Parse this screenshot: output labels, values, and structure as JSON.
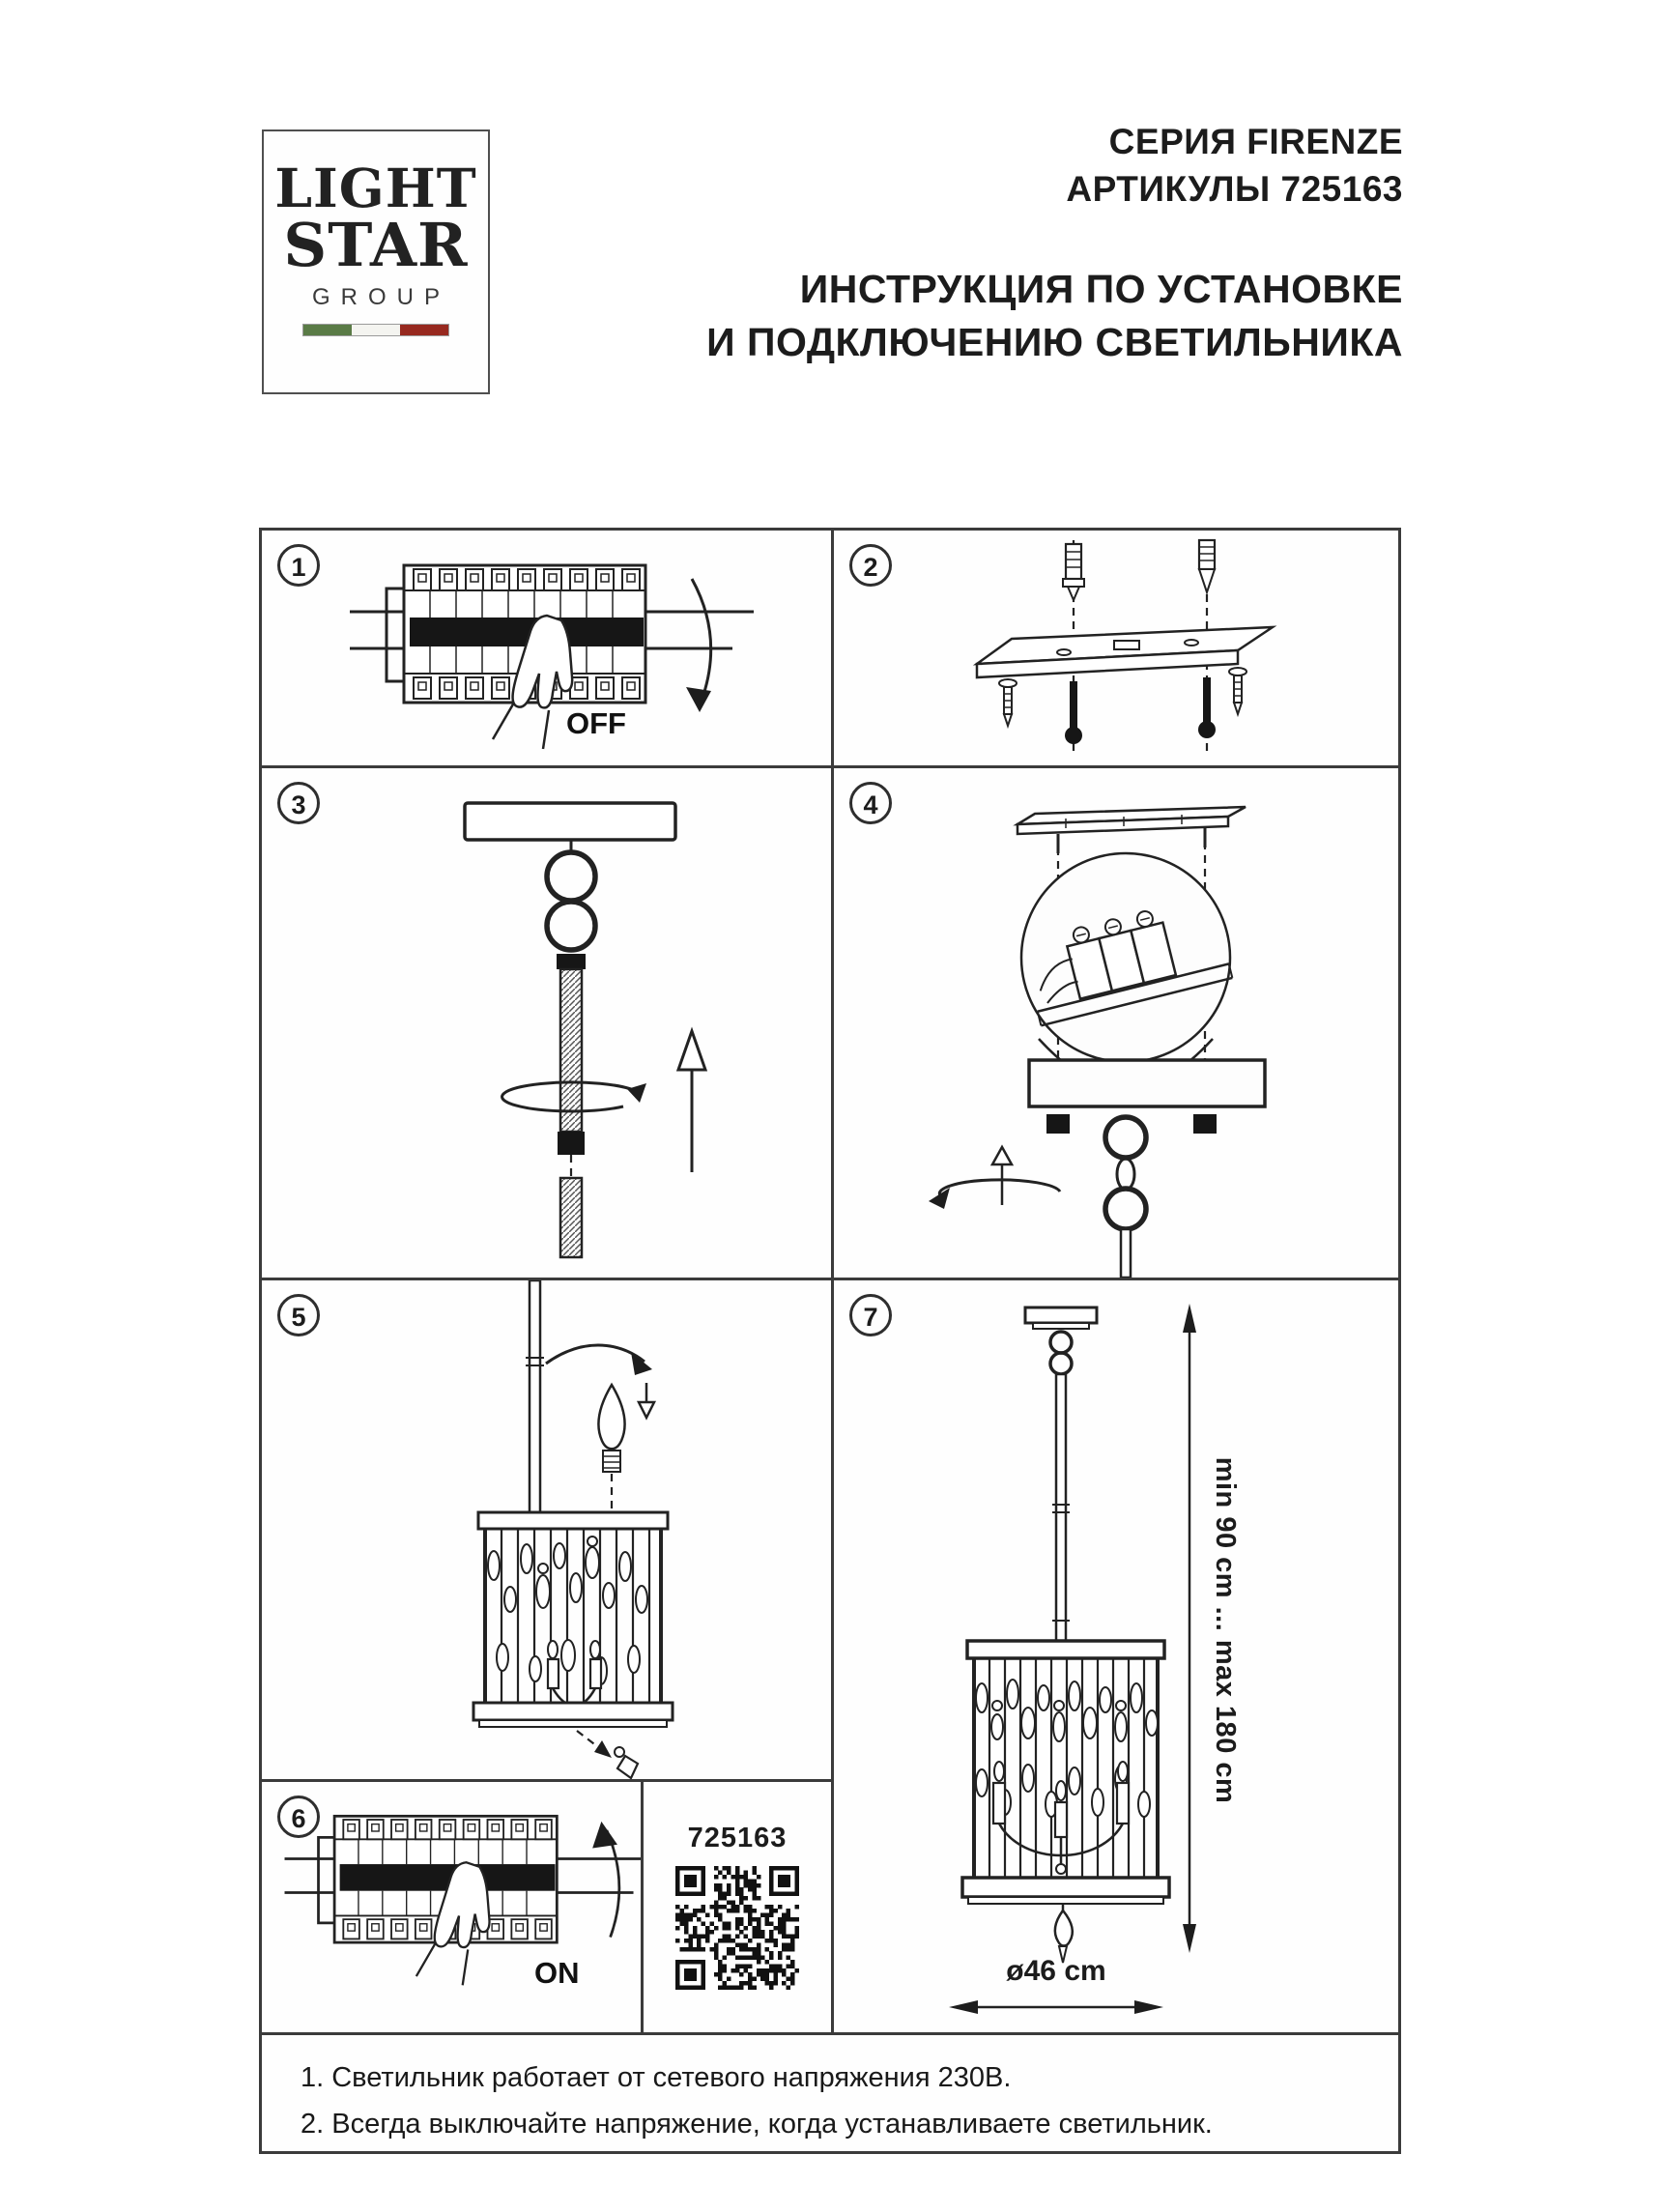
{
  "brand": {
    "name_line1": "LIGHT",
    "name_line2": "STAR",
    "name_line3": "GROUP"
  },
  "header": {
    "series": "СЕРИЯ FIRENZE",
    "articles": "АРТИКУЛЫ 725163",
    "title_line1": "ИНСТРУКЦИЯ ПО УСТАНОВКЕ",
    "title_line2": "И ПОДКЛЮЧЕНИЮ СВЕТИЛЬНИКА"
  },
  "steps": {
    "step1": {
      "number": "1",
      "switch_label": "OFF"
    },
    "step2": {
      "number": "2"
    },
    "step3": {
      "number": "3"
    },
    "step4": {
      "number": "4"
    },
    "step5": {
      "number": "5"
    },
    "step6": {
      "number": "6",
      "switch_label": "ON"
    },
    "step7": {
      "number": "7",
      "height_dimension": "min 90 cm ... max 180 cm",
      "diameter_dimension": "ø46 cm"
    }
  },
  "qr_panel": {
    "article_number": "725163"
  },
  "notes": {
    "line1": "1. Светильник работает от сетевого напряжения 230В.",
    "line2": "2. Всегда выключайте напряжение, когда устанавливаете светильник."
  },
  "colors": {
    "ink": "#1c1c1c",
    "panel_border": "#3b3b3b",
    "flag_green": "#5a7b46",
    "flag_white": "#f4f4f0",
    "flag_red": "#97291f"
  }
}
